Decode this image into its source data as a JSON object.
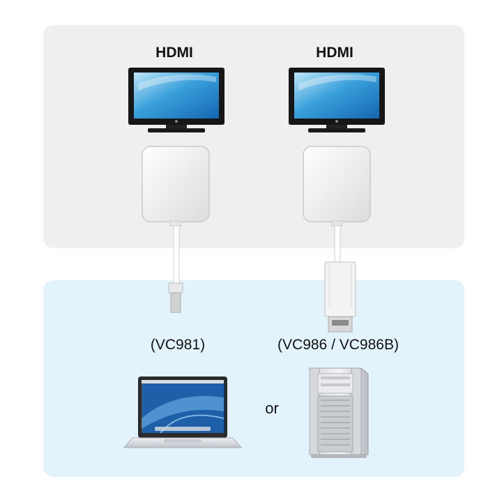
{
  "diagram": {
    "left_display_label": "HDMI",
    "right_display_label": "HDMI",
    "left_model_label": "(VC981)",
    "right_model_label": "(VC986 / VC986B)",
    "or_label": "or",
    "icons": {
      "display": "monitor-icon",
      "adapter": "adapter-icon",
      "mini_displayport_plug": "mini-displayport-plug-icon",
      "displayport_plug": "displayport-plug-icon",
      "laptop": "laptop-icon",
      "desktop": "desktop-tower-icon"
    },
    "colors": {
      "top_panel": "#efefef",
      "bottom_panel": "#e3f3fb",
      "screen": "#3aa0dc"
    }
  }
}
